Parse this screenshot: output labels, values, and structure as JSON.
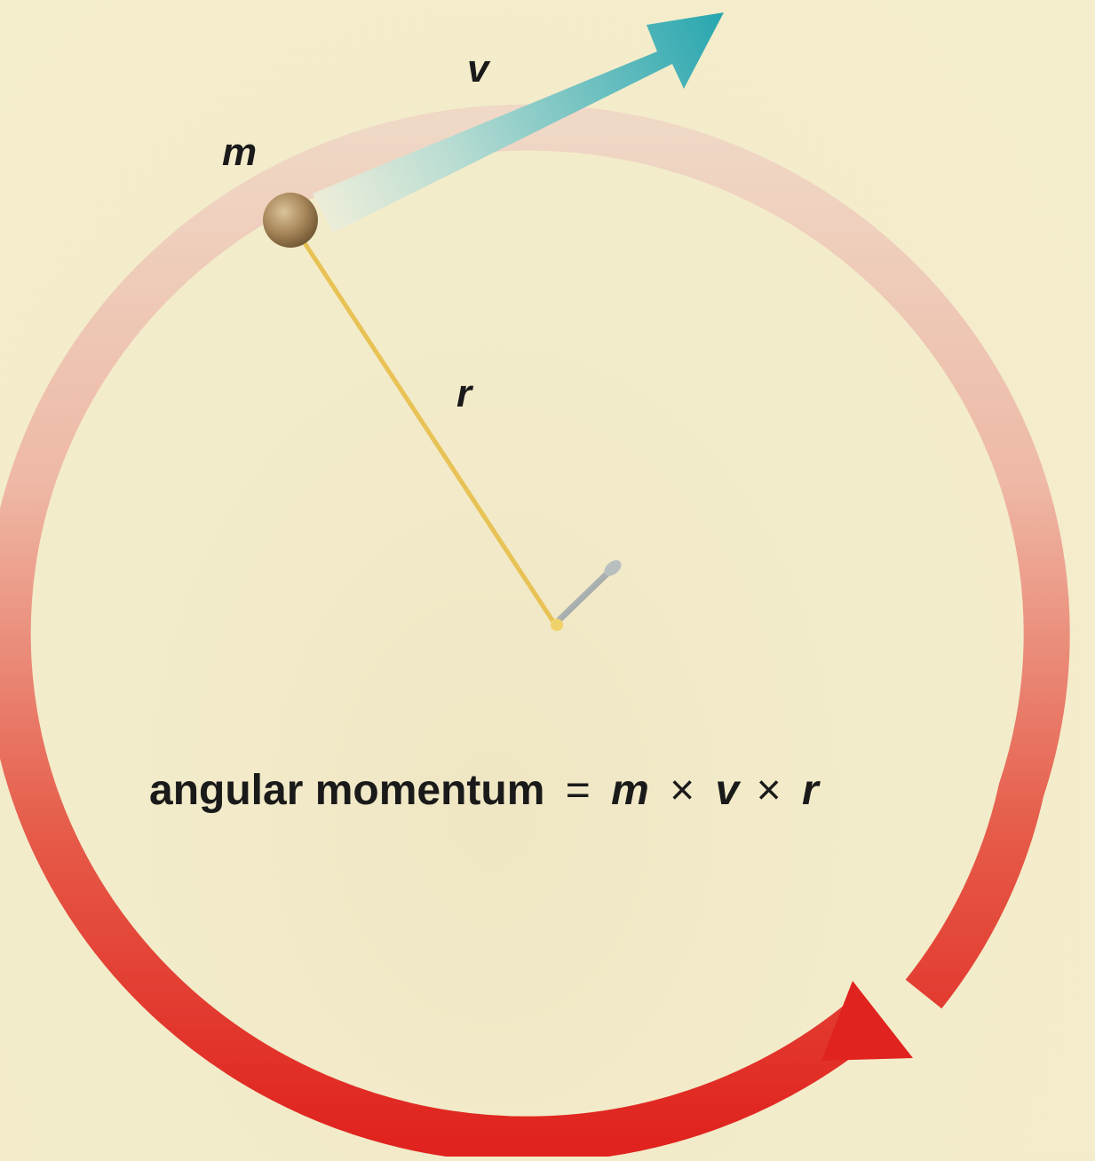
{
  "diagram": {
    "mass_label": "m",
    "velocity_label": "v",
    "radius_label": "r",
    "equation": {
      "lhs": "angular momentum",
      "equals": "=",
      "m": "m",
      "times1": "×",
      "v": "v",
      "times2": "×",
      "r": "r"
    }
  },
  "colors": {
    "background": "#f3ecca",
    "orbit_start": "#f0d2c0",
    "orbit_end": "#e0231e",
    "velocity_arrow_start": "#e8f0e0",
    "velocity_arrow_end": "#2aa7b0",
    "string": "#e8c255",
    "mass_ball": "#a8875a",
    "nail": "#9aa0a0"
  }
}
